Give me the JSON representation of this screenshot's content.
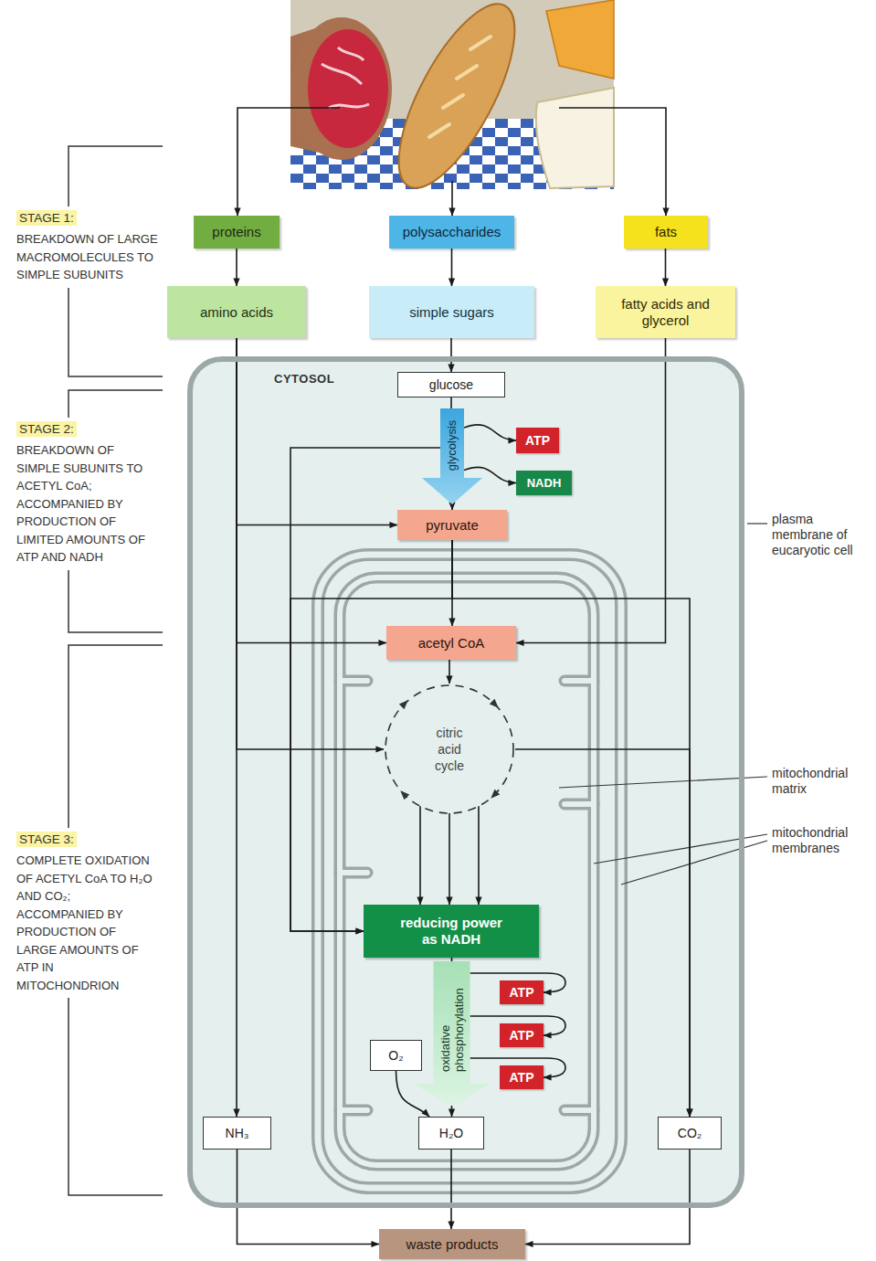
{
  "diagram": {
    "nodes": [
      {
        "text": [
          "proteins"
        ]
      },
      {
        "text": [
          "polysaccharides"
        ]
      },
      {
        "text": [
          "fats"
        ]
      },
      {
        "text": [
          "amino acids"
        ]
      },
      {
        "text": [
          "simple sugars"
        ]
      },
      {
        "text": [
          "fatty acids and glycerol"
        ]
      },
      {
        "text": [
          "CYTOSOL"
        ]
      },
      {
        "text": [
          "glucose"
        ],
        "in": 6
      },
      {
        "text": [
          "glycolysis"
        ],
        "in": 6
      },
      {
        "text": [
          "ATP"
        ],
        "in": 6
      },
      {
        "text": [
          "NADH"
        ],
        "in": 6
      },
      {
        "text": [
          "pyruvate"
        ],
        "in": 6
      },
      {
        "text": [
          "acetyl CoA"
        ],
        "in": 6
      },
      {
        "text": [
          "citric acid cycle"
        ],
        "in": 6
      },
      {
        "text": [
          "reducing power as NADH"
        ],
        "in": 6
      },
      {
        "text": [
          "oxidative phosphorylation"
        ],
        "in": 6
      },
      {
        "text": [
          "ATP"
        ],
        "in": 6
      },
      {
        "text": [
          "ATP"
        ],
        "in": 6
      },
      {
        "text": [
          "ATP"
        ],
        "in": 6
      },
      {
        "text": [
          "O₂"
        ],
        "in": 6
      },
      {
        "text": [
          "NH₃"
        ],
        "in": 6
      },
      {
        "text": [
          "H₂O"
        ],
        "in": 6
      },
      {
        "text": [
          "CO₂"
        ],
        "in": 6
      },
      {
        "text": [
          "waste products"
        ]
      },
      {
        "text": [
          "STAGE 1:",
          "BREAKDOWN OF LARGE MACROMOLECULES TO SIMPLE SUBUNITS"
        ]
      },
      {
        "text": [
          "STAGE 2:",
          "BREAKDOWN OF SIMPLE SUBUNITS TO ACETYL CoA; ACCOMPANIED BY PRODUCTION OF LIMITED AMOUNTS OF ATP AND NADH"
        ]
      },
      {
        "text": [
          "STAGE 3:",
          "COMPLETE OXIDATION OF ACETYL CoA TO H₂O AND CO₂; ACCOMPANIED BY PRODUCTION OF LARGE AMOUNTS OF ATP IN MITOCHONDRION"
        ]
      }
    ],
    "edges": [
      {
        "from": 0,
        "to": 3,
        "arrow": "to"
      },
      {
        "from": 1,
        "to": 4,
        "arrow": "to"
      },
      {
        "from": 2,
        "to": 5,
        "arrow": "to"
      },
      {
        "from": 4,
        "to": 7,
        "arrow": "to"
      },
      {
        "from": 7,
        "to": 8,
        "arrow": "none"
      },
      {
        "from": 8,
        "to": 11,
        "arrow": "to"
      },
      {
        "from": 8,
        "to": 9,
        "arrow": "to"
      },
      {
        "from": 8,
        "to": 10,
        "arrow": "to"
      },
      {
        "from": 3,
        "to": 11,
        "arrow": "to"
      },
      {
        "from": 3,
        "to": 12,
        "arrow": "to"
      },
      {
        "from": 3,
        "to": 13,
        "arrow": "to"
      },
      {
        "from": 3,
        "to": 20,
        "arrow": "to"
      },
      {
        "from": 5,
        "to": 12,
        "arrow": "to"
      },
      {
        "from": 11,
        "to": 12,
        "arrow": "to"
      },
      {
        "from": 11,
        "to": 14,
        "arrow": "to"
      },
      {
        "from": 11,
        "to": 22,
        "arrow": "to"
      },
      {
        "from": 8,
        "to": 14,
        "arrow": "to"
      },
      {
        "from": 12,
        "to": 13,
        "arrow": "to"
      },
      {
        "from": 13,
        "to": 22,
        "arrow": "to"
      },
      {
        "from": 13,
        "to": 14,
        "arrow": "to"
      },
      {
        "from": 13,
        "to": 14,
        "arrow": "to"
      },
      {
        "from": 13,
        "to": 14,
        "arrow": "to"
      },
      {
        "from": 14,
        "to": 15,
        "arrow": "none"
      },
      {
        "from": 15,
        "to": 16,
        "arrow": "to"
      },
      {
        "from": 15,
        "to": 17,
        "arrow": "to"
      },
      {
        "from": 15,
        "to": 18,
        "arrow": "to"
      },
      {
        "from": 19,
        "to": 21,
        "arrow": "to"
      },
      {
        "from": 15,
        "to": 21,
        "arrow": "to"
      },
      {
        "from": 20,
        "to": 23,
        "arrow": "to"
      },
      {
        "from": 21,
        "to": 23,
        "arrow": "to"
      },
      {
        "from": 22,
        "to": 23,
        "arrow": "to"
      }
    ],
    "labels": [
      "plasma membrane of eucaryotic cell",
      "mitochondrial matrix",
      "mitochondrial membranes"
    ]
  }
}
